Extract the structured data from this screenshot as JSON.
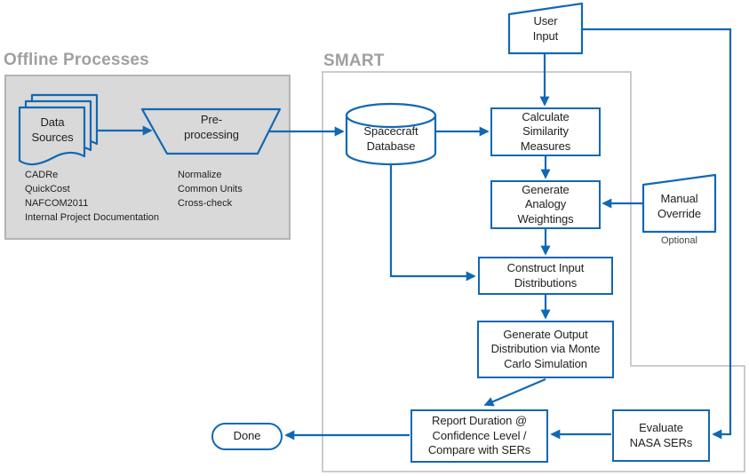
{
  "colors": {
    "accent_blue": "#1268b3",
    "section_title_gray": "#a0a0a0",
    "offline_box_fill": "#d9d9d9",
    "offline_box_border": "#b3b3b3",
    "smart_border_gray": "#c6c6c6",
    "text_dark": "#1f1f1f"
  },
  "titles": {
    "offline": "Offline Processes",
    "smart": "SMART"
  },
  "nodes": {
    "data_sources": [
      "Data",
      "Sources"
    ],
    "preprocessing": [
      "Pre-",
      "processing"
    ],
    "user_input": [
      "User",
      "Input"
    ],
    "spacecraft_database": [
      "Spacecraft",
      "Database"
    ],
    "calculate_similarity": [
      "Calculate",
      "Similarity",
      "Measures"
    ],
    "generate_analogy": [
      "Generate",
      "Analogy",
      "Weightings"
    ],
    "manual_override": [
      "Manual",
      "Override"
    ],
    "manual_override_note": "Optional",
    "construct_input": [
      "Construct Input",
      "Distributions"
    ],
    "generate_output": [
      "Generate Output",
      "Distribution via Monte",
      "Carlo Simulation"
    ],
    "report_duration": [
      "Report Duration @",
      "Confidence Level /",
      "Compare with SERs"
    ],
    "evaluate_sers": [
      "Evaluate",
      "NASA SERs"
    ],
    "done": "Done"
  },
  "annotations": {
    "data_source_examples": [
      "CADRe",
      "QuickCost",
      "NAFCOM2011",
      "Internal Project Documentation"
    ],
    "preprocessing_steps": [
      "Normalize",
      "Common Units",
      "Cross-check"
    ]
  }
}
